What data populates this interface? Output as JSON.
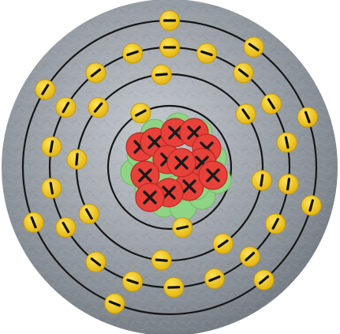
{
  "model": {
    "board_color": "#9aa1a8",
    "ring_color": "#151515",
    "shells": [
      {
        "electron_count": 2
      },
      {
        "electron_count": 8
      },
      {
        "electron_count": 18
      },
      {
        "electron_count": 8
      }
    ],
    "electron": {
      "color": "#f5c817",
      "symbol": "negative-sign-icon"
    },
    "nucleus": {
      "proton_color": "#e8413a",
      "neutron_color": "#8fd384",
      "proton_symbol": "plus-sign-icon"
    }
  }
}
